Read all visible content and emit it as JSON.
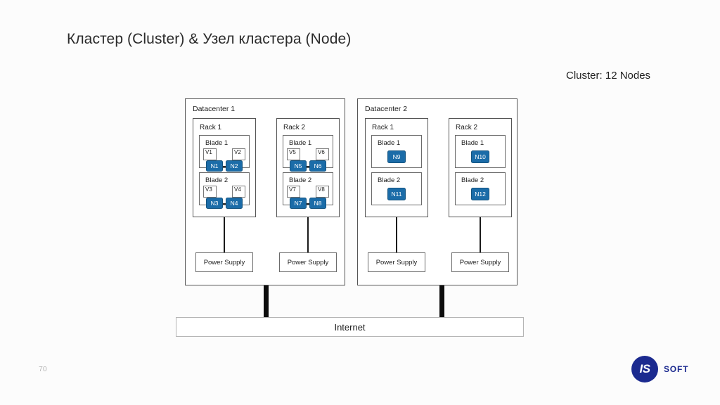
{
  "slide": {
    "title": "Кластер (Cluster) & Узел кластера (Node)",
    "cluster_caption": "Cluster: 12 Nodes",
    "page_number": "70",
    "internet_label": "Internet",
    "power_supply_label": "Power Supply"
  },
  "colors": {
    "node_badge": "#1b6ca8",
    "node_badge_border": "#14537f",
    "box_border": "#555555",
    "background": "#fcfcfc",
    "logo_navy": "#1b2a8f",
    "page_number": "#b6b6b6"
  },
  "logo": {
    "mark": "IS",
    "text": "SOFT"
  },
  "datacenters": [
    {
      "label": "Datacenter 1",
      "racks": [
        {
          "label": "Rack 1",
          "power_supply": "Power Supply",
          "blades": [
            {
              "label": "Blade 1",
              "vms": [
                "V1",
                "V2"
              ],
              "nodes": [
                "N1",
                "N2"
              ]
            },
            {
              "label": "Blade 2",
              "vms": [
                "V3",
                "V4"
              ],
              "nodes": [
                "N3",
                "N4"
              ]
            }
          ]
        },
        {
          "label": "Rack 2",
          "power_supply": "Power Supply",
          "blades": [
            {
              "label": "Blade 1",
              "vms": [
                "V5",
                "V6"
              ],
              "nodes": [
                "N5",
                "N6"
              ]
            },
            {
              "label": "Blade 2",
              "vms": [
                "V7",
                "V8"
              ],
              "nodes": [
                "N7",
                "N8"
              ]
            }
          ]
        }
      ]
    },
    {
      "label": "Datacenter 2",
      "racks": [
        {
          "label": "Rack 1",
          "power_supply": "Power Supply",
          "blades": [
            {
              "label": "Blade 1",
              "vms": [],
              "nodes": [
                "N9"
              ]
            },
            {
              "label": "Blade 2",
              "vms": [],
              "nodes": [
                "N11"
              ]
            }
          ]
        },
        {
          "label": "Rack 2",
          "power_supply": "Power Supply",
          "blades": [
            {
              "label": "Blade 1",
              "vms": [],
              "nodes": [
                "N10"
              ]
            },
            {
              "label": "Blade 2",
              "vms": [],
              "nodes": [
                "N12"
              ]
            }
          ]
        }
      ]
    }
  ]
}
